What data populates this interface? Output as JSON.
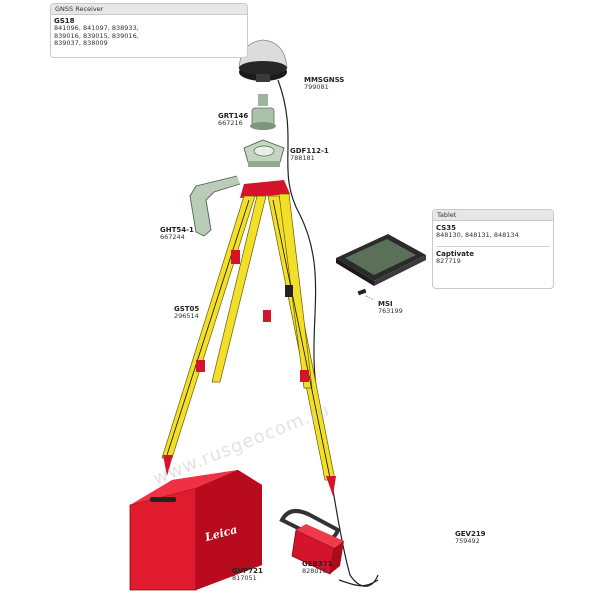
{
  "gnss_receiver": {
    "title": "GNSS Receiver",
    "model": "GS18",
    "order_numbers": [
      "841096, 841097, 838933,",
      "839016, 839015, 839016,",
      "839037, 838009"
    ]
  },
  "tablet": {
    "title": "Tablet",
    "model": "CS35",
    "order_numbers": "848130, 848131, 848134",
    "software": "Captivate",
    "software_number": "827719"
  },
  "callouts": [
    {
      "id": "mmsgnss",
      "code": "MMSGNSS",
      "number": "799081"
    },
    {
      "id": "grt146",
      "code": "GRT146",
      "number": "667216"
    },
    {
      "id": "gdf112",
      "code": "GDF112-1",
      "number": "788181"
    },
    {
      "id": "ght54",
      "code": "GHT54-1",
      "number": "667244"
    },
    {
      "id": "gst05",
      "code": "GST05",
      "number": "296514"
    },
    {
      "id": "msi",
      "code": "MSI",
      "number": "763199"
    },
    {
      "id": "gev219",
      "code": "GEV219",
      "number": "759492"
    },
    {
      "id": "geb371",
      "code": "GEB371",
      "number": "828016"
    },
    {
      "id": "gvp721",
      "code": "GVP721",
      "number": "817051"
    }
  ],
  "case_brand": "Leica",
  "watermark": "www.rusgeocom.ru",
  "colors": {
    "tripod_yellow": "#f2df2a",
    "red": "#d3142a",
    "label_gray": "#e7e7e7"
  }
}
